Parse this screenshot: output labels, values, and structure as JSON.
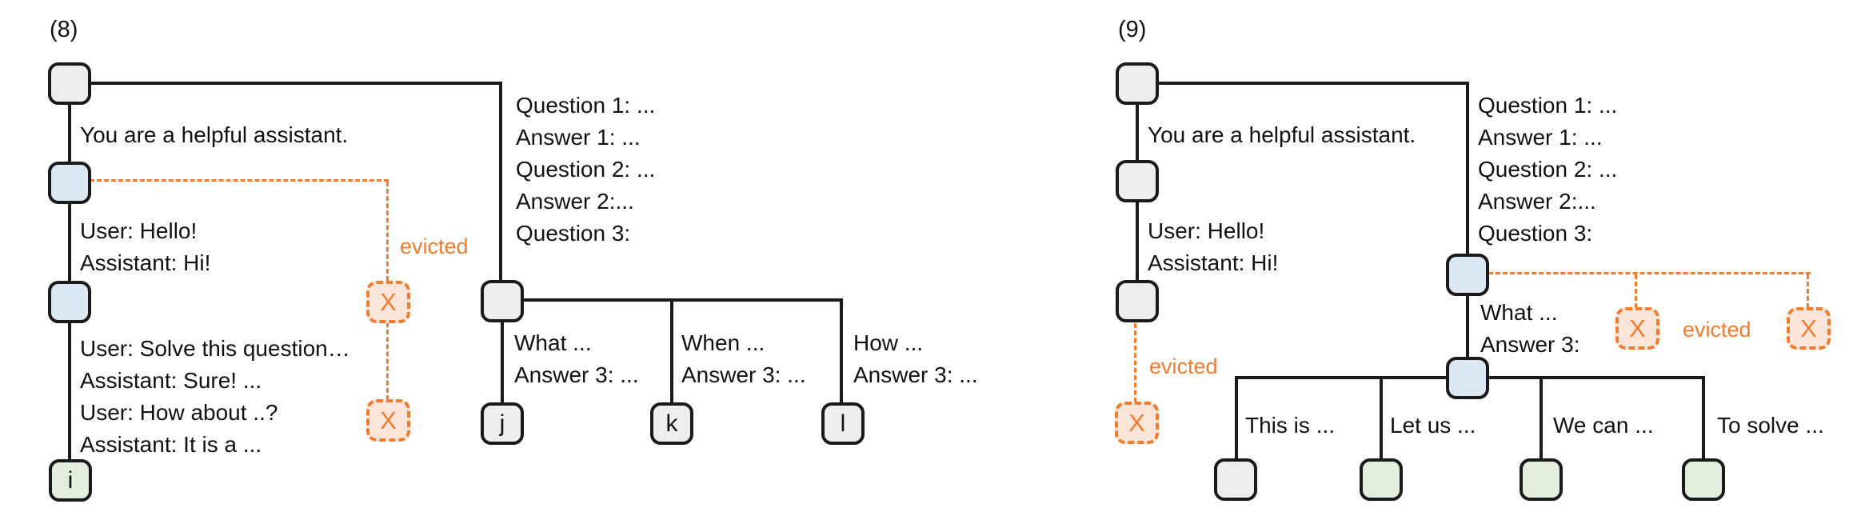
{
  "colors": {
    "accent_orange": "#ED7D31",
    "node_gray": "#eeeeee",
    "node_blue": "#dbe7f2",
    "node_green": "#e3eedd",
    "evicted_fill": "#fbe5d9",
    "line_black": "#1a1a1a"
  },
  "p8": {
    "label": "(8)",
    "system_prompt": "You are a helpful assistant.",
    "hello": [
      "User: Hello!",
      "Assistant: Hi!"
    ],
    "solve": [
      "User: Solve this question…",
      "Assistant: Sure! ...",
      "User: How about ..?",
      "Assistant: It is a ..."
    ],
    "qa": [
      "Question 1: ...",
      "Answer 1: ...",
      "Question 2: ...",
      "Answer 2:...",
      "Question 3:"
    ],
    "what": [
      "What ...",
      "Answer 3: ..."
    ],
    "when": [
      "When ...",
      "Answer 3: ..."
    ],
    "how": [
      "How ...",
      "Answer 3: ..."
    ],
    "evicted": "evicted",
    "x_mark": "X",
    "node_i": "i",
    "node_j": "j",
    "node_k": "k",
    "node_l": "l"
  },
  "p9": {
    "label": "(9)",
    "system_prompt": "You are a helpful assistant.",
    "hello": [
      "User: Hello!",
      "Assistant: Hi!"
    ],
    "qa": [
      "Question 1: ...",
      "Answer 1: ...",
      "Question 2: ...",
      "Answer 2:...",
      "Question 3:"
    ],
    "what": [
      "What ...",
      "Answer 3:"
    ],
    "children": [
      "This is ...",
      "Let us ...",
      "We can ...",
      "To solve ..."
    ],
    "evicted_left": "evicted",
    "evicted_right": "evicted",
    "x_mark": "X"
  }
}
